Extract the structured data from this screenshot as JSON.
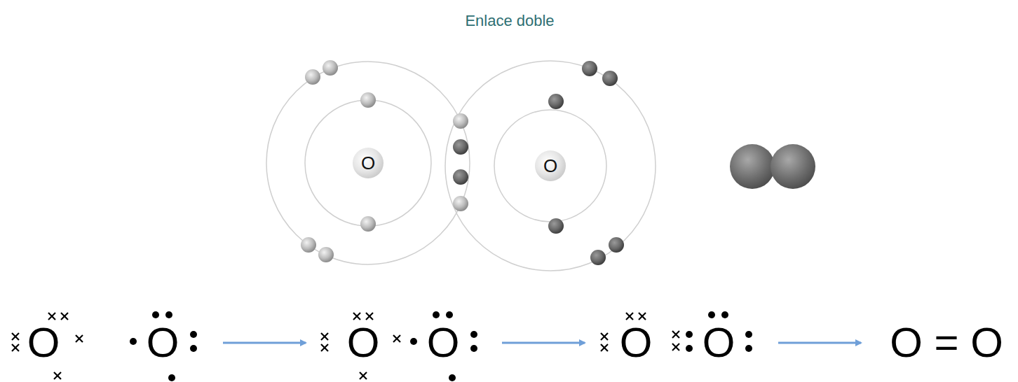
{
  "diagram": {
    "title": "Enlace doble",
    "nodes": [
      {
        "text": [
          "O"
        ]
      },
      {
        "text": [
          "O"
        ]
      }
    ],
    "labels": [
      "O",
      "O",
      "O",
      "O",
      "O",
      "O",
      "O = O"
    ]
  }
}
